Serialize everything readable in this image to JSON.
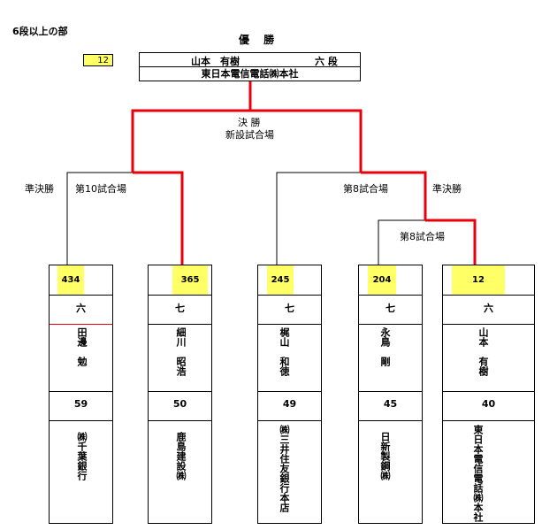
{
  "header": {
    "category": "6段以上の部",
    "winner_title": "優 勝",
    "winner_seed": "12",
    "winner_name": "山本　有樹",
    "winner_rank": "六 段",
    "winner_company": "東日本電信電話㈱本社"
  },
  "bracket": {
    "final_label": "決 勝",
    "final_venue": "新設試合場",
    "semi_left_label": "準決勝",
    "semi_left_venue": "第10試合場",
    "semi_right_venue": "第8試合場",
    "semi_right_label": "準決勝",
    "qf_venue": "第8試合場"
  },
  "players": [
    {
      "seed": "434",
      "rank": "六",
      "name": "田邊　勉",
      "age": "59",
      "company": "㈱千葉銀行"
    },
    {
      "seed": "365",
      "rank": "七",
      "name": "細川　昭浩",
      "age": "50",
      "company": "鹿島建設㈱"
    },
    {
      "seed": "245",
      "rank": "七",
      "name": "梶山　和徳",
      "age": "49",
      "company": "㈱三井住友銀行本店"
    },
    {
      "seed": "204",
      "rank": "七",
      "name": "永鳥　剛",
      "age": "45",
      "company": "日新製鋼㈱"
    },
    {
      "seed": "12",
      "rank": "六",
      "name": "山本　有樹",
      "age": "40",
      "company": "東日本電信電話㈱本社"
    }
  ],
  "colors": {
    "highlight": "#ffff66",
    "win_line": "#e8000b",
    "line": "#000000"
  }
}
